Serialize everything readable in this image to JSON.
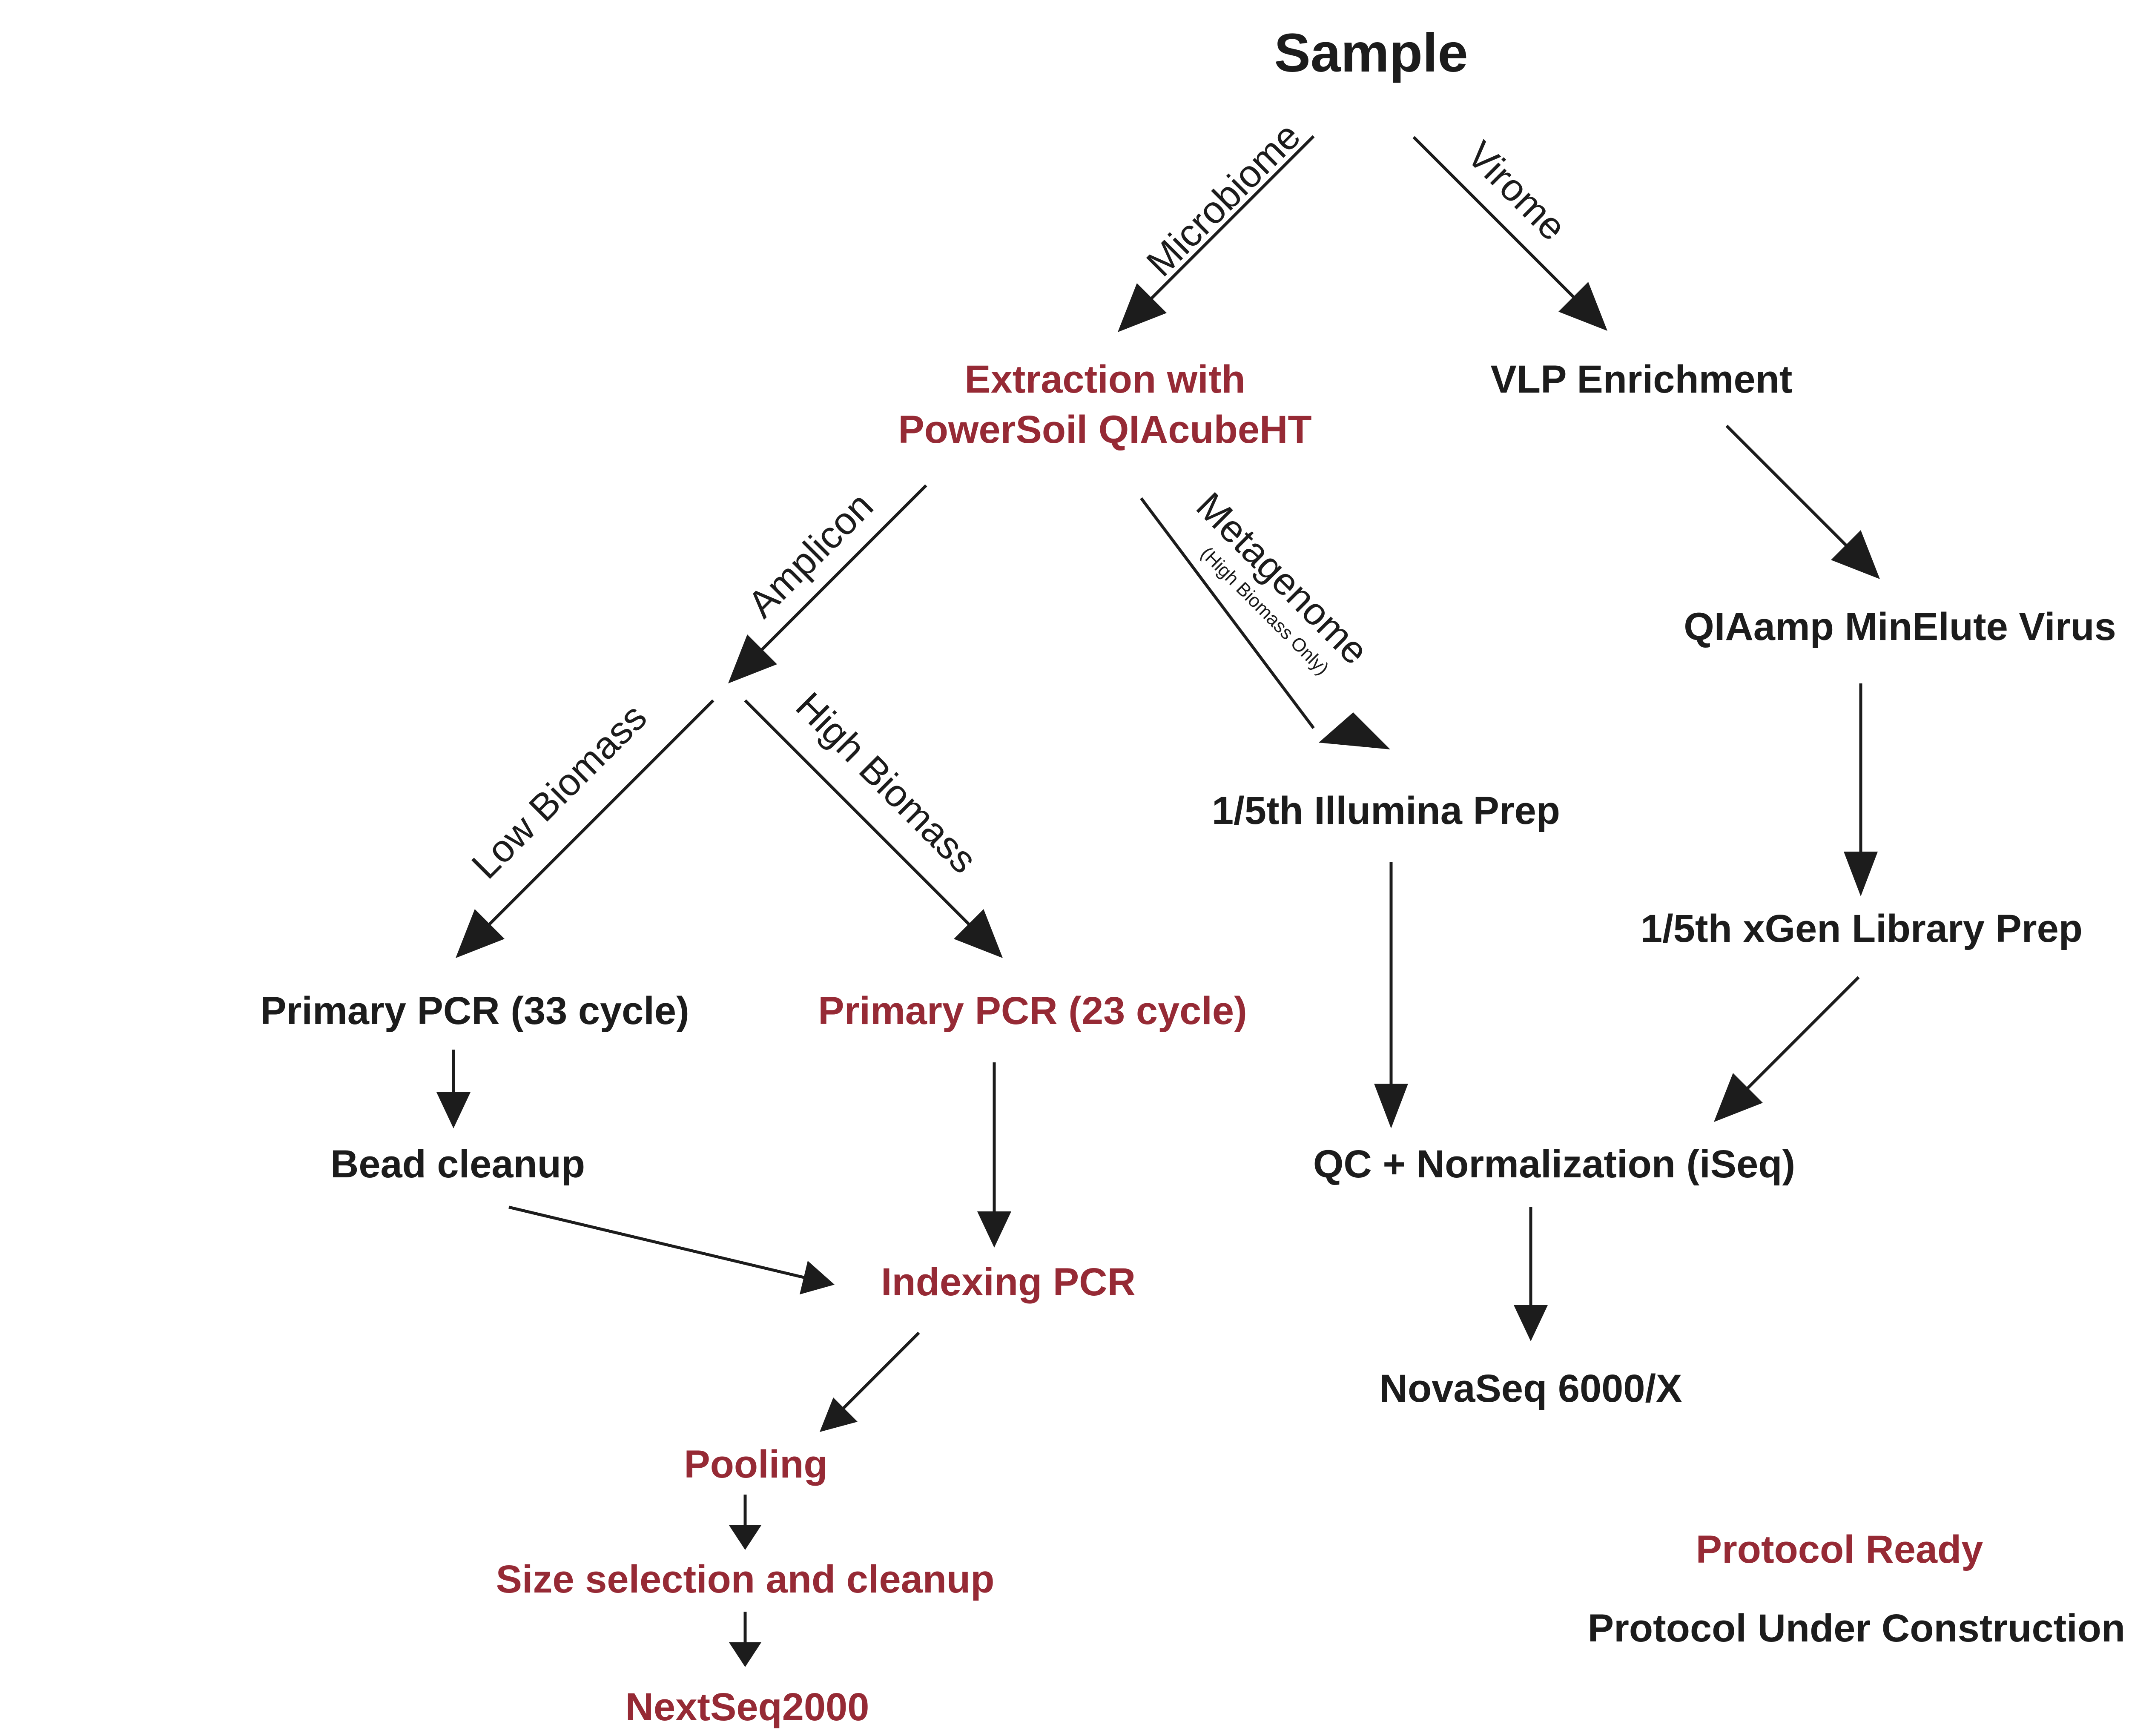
{
  "title": "Sample",
  "colors": {
    "ready": "#962a35",
    "under_construction": "#1c1c1c"
  },
  "nodes": {
    "extraction_line1": "Extraction with",
    "extraction_line2": "PowerSoil QIAcubeHT",
    "vlp": "VLP Enrichment",
    "qiaamp": "QIAamp MinElute Virus",
    "illumina_prep": "1/5th Illumina Prep",
    "xgen": "1/5th xGen Library Prep",
    "pcr33": "Primary PCR (33 cycle)",
    "pcr23": "Primary PCR (23 cycle)",
    "bead_cleanup": "Bead cleanup",
    "qc_norm": "QC + Normalization (iSeq)",
    "indexing": "Indexing PCR",
    "novaseq": "NovaSeq 6000/X",
    "pooling": "Pooling",
    "size_selection": "Size selection and cleanup",
    "nextseq": "NextSeq2000"
  },
  "edge_labels": {
    "microbiome": "Microbiome",
    "virome": "Virome",
    "amplicon": "Amplicon",
    "metagenome": "Metagenome",
    "metagenome_note": "(High Biomass Only)",
    "low_biomass": "Low Biomass",
    "high_biomass": "High Biomass"
  },
  "legend": {
    "ready": "Protocol Ready",
    "under_construction": "Protocol Under Construction"
  }
}
